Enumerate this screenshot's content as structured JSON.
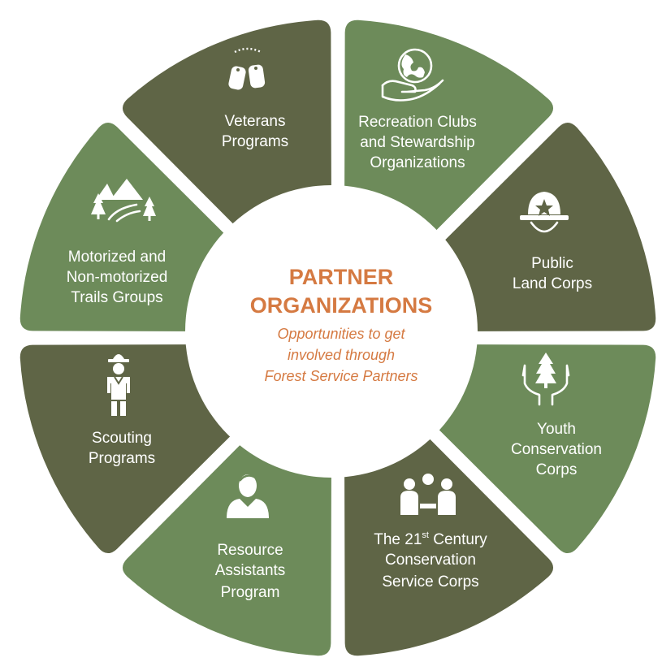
{
  "colors": {
    "dark_green": "#5f6546",
    "light_green": "#6d8b5a",
    "accent_orange": "#d57a42",
    "background": "#ffffff"
  },
  "center": {
    "title_line1": "PARTNER",
    "title_line2": "ORGANIZATIONS",
    "subtitle_line1": "Opportunities to get",
    "subtitle_line2": "involved through",
    "subtitle_line3": "Forest Service Partners"
  },
  "segments": [
    {
      "id": "recreation",
      "icon": "globe-in-hand-icon",
      "tone": "light",
      "lines": [
        "Recreation Clubs",
        "and Stewardship",
        "Organizations"
      ]
    },
    {
      "id": "public-land",
      "icon": "ranger-hat-icon",
      "tone": "dark",
      "lines": [
        "Public",
        "Land Corps"
      ]
    },
    {
      "id": "youth",
      "icon": "tree-in-hands-icon",
      "tone": "light",
      "lines": [
        "Youth",
        "Conservation",
        "Corps"
      ]
    },
    {
      "id": "21csc",
      "icon": "group-of-people-icon",
      "tone": "dark",
      "line1_main": "The 21",
      "line1_sup": "st",
      "line1_rest": " Century",
      "lines": [
        "Conservation",
        "Service Corps"
      ]
    },
    {
      "id": "resource",
      "icon": "person-avatar-icon",
      "tone": "light",
      "lines": [
        "Resource",
        "Assistants",
        "Program"
      ]
    },
    {
      "id": "scouting",
      "icon": "scout-figure-icon",
      "tone": "dark",
      "lines": [
        "Scouting",
        "Programs"
      ]
    },
    {
      "id": "trails",
      "icon": "mountains-trees-trail-icon",
      "tone": "light",
      "lines": [
        "Motorized and",
        "Non-motorized",
        "Trails Groups"
      ]
    },
    {
      "id": "veterans",
      "icon": "dog-tags-icon",
      "tone": "dark",
      "lines": [
        "Veterans",
        "Programs"
      ]
    }
  ]
}
